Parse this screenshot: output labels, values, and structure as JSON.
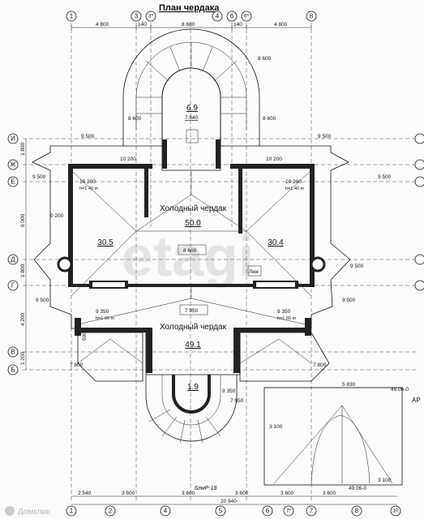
{
  "title": "План чердака",
  "watermark": "etagi",
  "footer_logo": "Домклик",
  "axes_top": [
    "1",
    "3",
    "3*",
    "4",
    "6",
    "6*",
    "8"
  ],
  "axes_bottom": [
    "1",
    "2",
    "4",
    "5",
    "6",
    "7*",
    "7",
    "8",
    "10"
  ],
  "axes_left": [
    "И",
    "Ж",
    "Е",
    "Д",
    "Г",
    "В",
    "Б"
  ],
  "dims_top": [
    "4 800",
    "140",
    "8 600",
    "140",
    "4 800"
  ],
  "dims_bottom": [
    "2 540",
    "3 600",
    "3 600",
    "3 600",
    "3 600",
    "3 600",
    "20 940"
  ],
  "dims_left": [
    "1 800",
    "6 000",
    "1 800",
    "4 200",
    "1 200"
  ],
  "dims_plan": {
    "radius_top": "8 600",
    "left_upper": "8 600",
    "right_upper": "8 600",
    "i_left": "9 500",
    "i_right": "9 500",
    "zh_left": "10 200",
    "zh_right": "10 200",
    "e_left": "9 500",
    "e_right": "9 500",
    "inner_left": "10 200",
    "inner_left_h": "h=1 40 m",
    "inner_right": "10 200",
    "inner_right_h": "h=1 40 m",
    "small_left": "0 200",
    "d_right": "9 500",
    "mid_center": "8 600",
    "g_left": "9 500",
    "g_right": "9 500",
    "g_center": "7 950",
    "lower_left": "9 350",
    "lower_left_h": "h=1 60 m",
    "lower_right": "9 350",
    "lower_right_h": "h=1 60 m",
    "v_left": "500",
    "b_left": "7 800",
    "b_right": "7 800",
    "bottom_arc": "9 350",
    "bottom_arc2": "7 950",
    "porch": "5 830",
    "porch_left": "3 100",
    "porch_right": "3 100",
    "sheet_code": "49.06-0",
    "sheet_mark": "АР",
    "stamp": "6лмР-18",
    "lk_label": "Люк"
  },
  "rooms": [
    {
      "name": "",
      "area": "6.9",
      "sub": "7.640"
    },
    {
      "name": "Холодный чердак",
      "area": "50.0"
    },
    {
      "name": "",
      "area": "30.5"
    },
    {
      "name": "",
      "area": "30.4"
    },
    {
      "name": "Холодный чердак",
      "area": "49.1"
    },
    {
      "name": "",
      "area": "1.9"
    }
  ]
}
